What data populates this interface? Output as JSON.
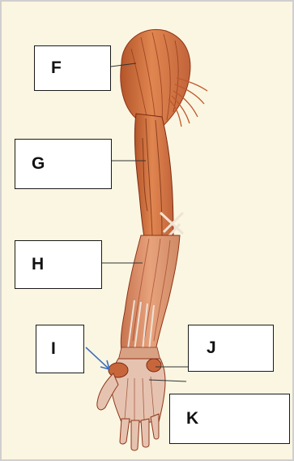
{
  "diagram": {
    "labels": {
      "F": "F",
      "G": "G",
      "H": "H",
      "I": "I",
      "J": "J",
      "K": "K"
    }
  },
  "colors": {
    "background": "#fbf6e1",
    "muscle_main": "#d9763f",
    "muscle_dark": "#8e3418",
    "muscle_light": "#f0a779",
    "tendon": "#e8dcd0",
    "arrow": "#3a6fc0"
  }
}
